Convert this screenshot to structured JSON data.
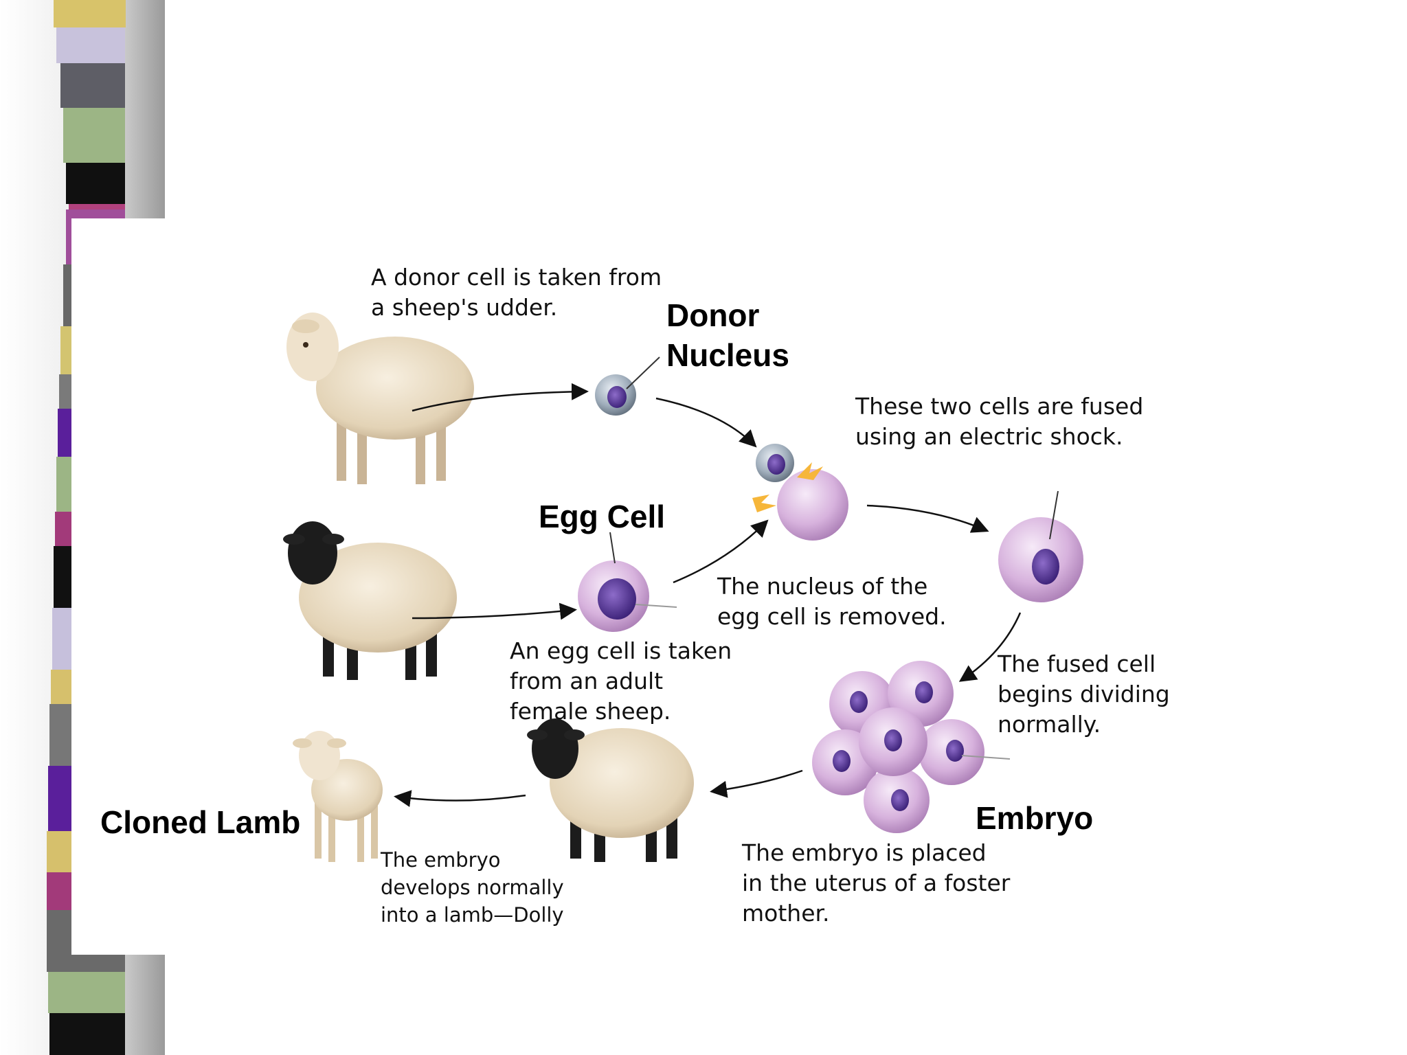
{
  "labels": {
    "donor_cell": "A donor cell is taken from\na sheep's udder.",
    "donor_nucleus": "Donor\nNucleus",
    "fused": "These two cells are fused\nusing an electric shock.",
    "egg_cell": "Egg Cell",
    "nucleus_removed": "The nucleus of the\negg cell is removed.",
    "egg_taken": "An egg cell is taken\nfrom an adult\nfemale sheep.",
    "dividing": "The fused cell\nbegins dividing\nnormally.",
    "embryo": "Embryo",
    "placed": "The embryo is placed\nin the uterus of a foster\nmother.",
    "cloned_lamb": "Cloned Lamb",
    "develops": "The embryo\ndevelops normally\ninto a lamb—Dolly"
  },
  "colors": {
    "wool": "#e9dcc4",
    "black_face": "#1c1c1c",
    "cell_pink": "#d9b6df",
    "nucleus_purple": "#4a2c8c",
    "donor_cell_gray": "#8d9aa8"
  }
}
